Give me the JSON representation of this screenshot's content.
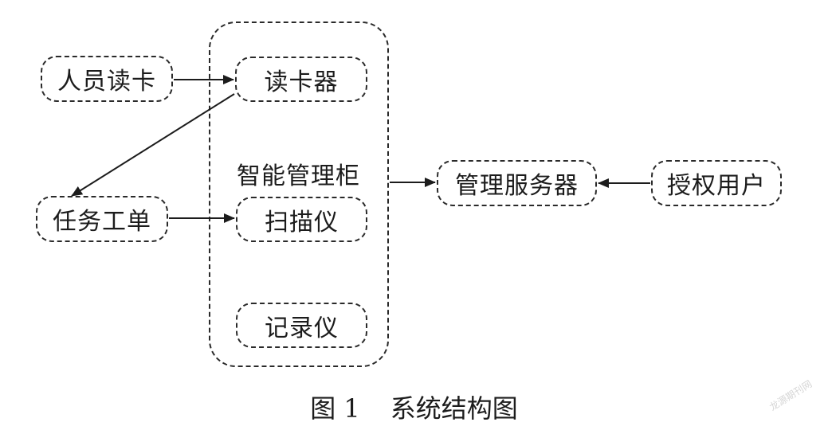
{
  "diagram": {
    "nodes": {
      "personnel_card": "人员读卡",
      "task_order": "任务工单",
      "card_reader": "读卡器",
      "scanner": "扫描仪",
      "recorder": "记录仪",
      "cabinet": "智能管理柜",
      "server": "管理服务器",
      "authorized_user": "授权用户"
    },
    "edges": [
      {
        "from": "personnel_card",
        "to": "card_reader"
      },
      {
        "from": "card_reader",
        "to": "task_order"
      },
      {
        "from": "task_order",
        "to": "scanner"
      },
      {
        "from": "cabinet",
        "to": "server"
      },
      {
        "from": "authorized_user",
        "to": "server"
      }
    ]
  },
  "caption": {
    "number": "图 1",
    "title": "系统结构图"
  },
  "watermark": "龙源期刊网"
}
